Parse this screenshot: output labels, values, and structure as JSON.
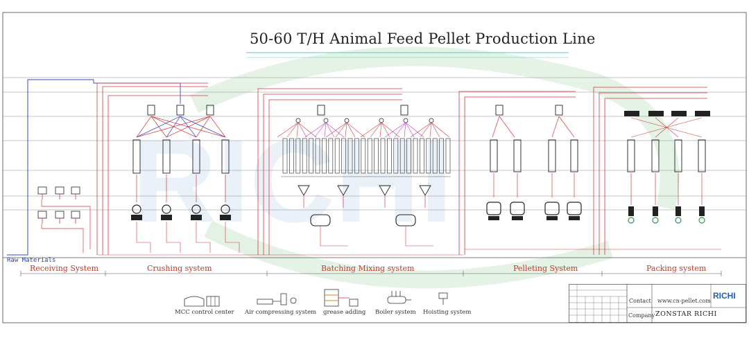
{
  "title": "50-60 T/H Animal Feed Pellet Production Line",
  "raw_materials_label": "Raw Materials",
  "sections": [
    "Receiving System",
    "Crushing system",
    "Batching Mixing system",
    "Pelleting System",
    "Packing system"
  ],
  "legend": [
    "MCC control center",
    "Air compressing system",
    "grease adding",
    "Boiler system",
    "Hoisting system"
  ],
  "title_block": {
    "contact_label": "Contact",
    "contact_value": "www.cn-pellet.com",
    "company_label": "Company",
    "company_value": "ZONSTAR RICHI",
    "logo_text": "RICHI"
  },
  "colors": {
    "pipe_red": "#d23a3a",
    "pipe_blue": "#3446c8",
    "pipe_magenta": "#c23bc8",
    "equipment_black": "#222222",
    "watermark_green": "#cfe9d2",
    "watermark_blue": "#dbe6f3",
    "section_text": "#c0392b"
  }
}
